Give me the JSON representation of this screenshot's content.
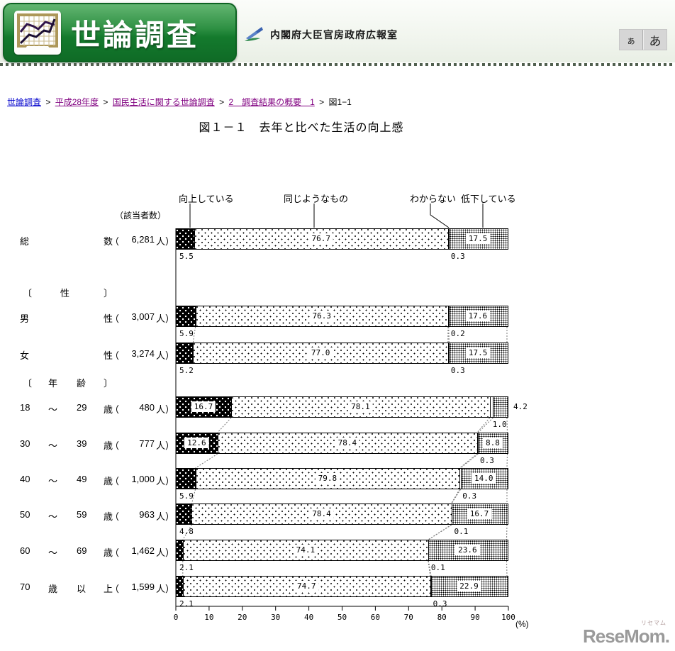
{
  "header": {
    "site_title": "世論調査",
    "org_name": "内閣府大臣官房政府広報室",
    "font_small_label": "ぁ",
    "font_large_label": "あ",
    "banner_green": "#147a2d",
    "icon_name": "line-chart-icon"
  },
  "breadcrumb": {
    "separator": ">",
    "items": [
      {
        "label": "世論調査",
        "type": "link"
      },
      {
        "label": "平成28年度",
        "type": "visited"
      },
      {
        "label": "国民生活に関する世論調査",
        "type": "visited"
      },
      {
        "label": "2　調査結果の概要　1",
        "type": "visited"
      },
      {
        "label": "図1−1",
        "type": "current"
      }
    ]
  },
  "page_title": "図１－１　去年と比べた生活の向上感",
  "chart_data": {
    "type": "bar",
    "variant": "horizontal-stacked-100pct",
    "respondents_note": "（該当者数）",
    "unit_label": "(%)",
    "xlim": [
      0,
      100
    ],
    "xticks": [
      "0",
      "10",
      "20",
      "30",
      "40",
      "50",
      "60",
      "70",
      "80",
      "90",
      "100"
    ],
    "legend": [
      {
        "label": "向上している",
        "pattern": "white-dots-on-black"
      },
      {
        "label": "同じようなもの",
        "pattern": "sparse-black-dots"
      },
      {
        "label": "わからない",
        "pattern": "plain-white"
      },
      {
        "label": "低下している",
        "pattern": "dense-halftone-dots"
      }
    ],
    "sections": [
      {
        "parts": [
          "〔",
          "性",
          "〕"
        ]
      },
      {
        "parts": [
          "〔",
          "年",
          "齢",
          "〕"
        ]
      }
    ],
    "count_prefix": "（",
    "count_suffix": "人）",
    "rows": [
      {
        "label_parts": [
          "総",
          "",
          "",
          "数"
        ],
        "count": "6,281",
        "values": [
          5.5,
          76.7,
          0.3,
          17.5
        ],
        "placements": [
          "below",
          "box",
          "below",
          "box"
        ]
      },
      {
        "label_parts": [
          "男",
          "",
          "",
          "性"
        ],
        "count": "3,007",
        "values": [
          5.9,
          76.3,
          0.2,
          17.6
        ],
        "placements": [
          "below",
          "box",
          "below",
          "box"
        ]
      },
      {
        "label_parts": [
          "女",
          "",
          "",
          "性"
        ],
        "count": "3,274",
        "values": [
          5.2,
          77.0,
          0.3,
          17.5
        ],
        "placements": [
          "below",
          "box",
          "below",
          "box"
        ]
      },
      {
        "label_parts": [
          "18",
          "～",
          "29",
          "歳"
        ],
        "count": "480",
        "values": [
          16.7,
          78.1,
          1.0,
          4.2
        ],
        "placements": [
          "box",
          "box",
          "below",
          "right"
        ]
      },
      {
        "label_parts": [
          "30",
          "～",
          "39",
          "歳"
        ],
        "count": "777",
        "values": [
          12.6,
          78.4,
          0.3,
          8.8
        ],
        "placements": [
          "box",
          "box",
          "below",
          "box"
        ]
      },
      {
        "label_parts": [
          "40",
          "～",
          "49",
          "歳"
        ],
        "count": "1,000",
        "values": [
          5.9,
          79.8,
          0.3,
          14.0
        ],
        "placements": [
          "below",
          "box",
          "below",
          "box"
        ]
      },
      {
        "label_parts": [
          "50",
          "～",
          "59",
          "歳"
        ],
        "count": "963",
        "values": [
          4.8,
          78.4,
          0.1,
          16.7
        ],
        "placements": [
          "below",
          "box",
          "below",
          "box"
        ]
      },
      {
        "label_parts": [
          "60",
          "～",
          "69",
          "歳"
        ],
        "count": "1,462",
        "values": [
          2.1,
          74.1,
          0.1,
          23.6
        ],
        "placements": [
          "below",
          "box",
          "below",
          "box"
        ]
      },
      {
        "label_parts": [
          "70",
          "歳",
          "以",
          "上"
        ],
        "count": "1,599",
        "values": [
          2.1,
          74.7,
          0.3,
          22.9
        ],
        "placements": [
          "below",
          "box",
          "below",
          "box"
        ]
      }
    ]
  },
  "watermark": {
    "text": "ReseMom.",
    "ruby": "リセマム"
  }
}
